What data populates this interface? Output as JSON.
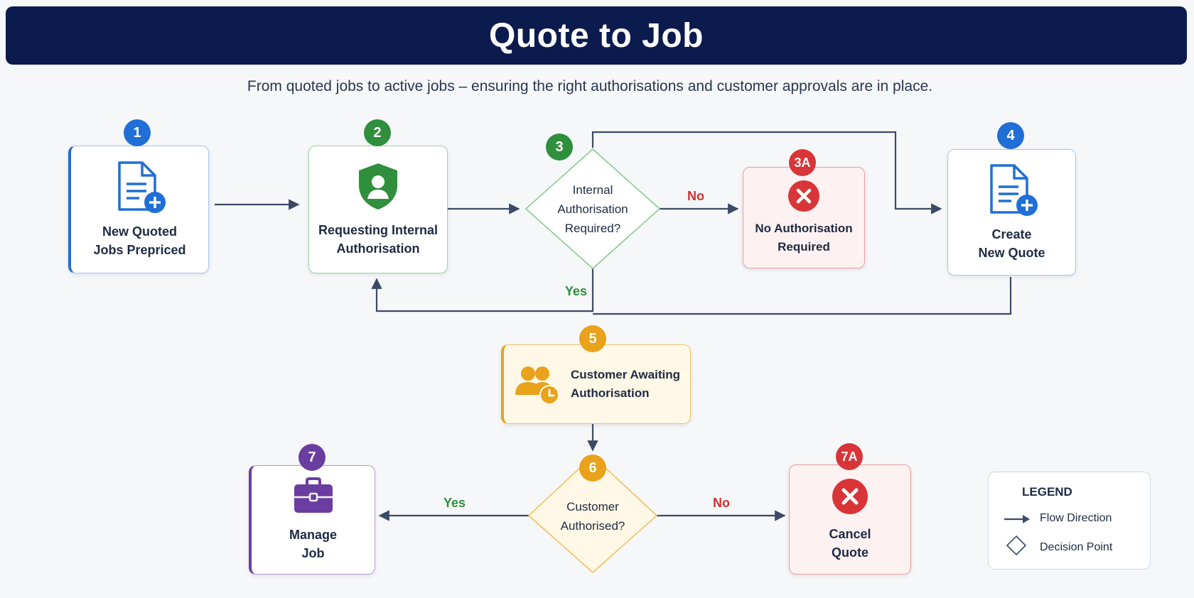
{
  "header": {
    "title": "Quote to Job",
    "subtitle": "From quoted jobs to active jobs – ensuring the right authorisations and customer approvals are in place."
  },
  "colors": {
    "header_bg": "#0b1b4d",
    "blue": "#1f6fd6",
    "green": "#2f8f3c",
    "red": "#d93438",
    "orange": "#e8a21c",
    "purple": "#6a3ea1",
    "connector": "#3c4a68"
  },
  "steps": [
    {
      "badge": "1",
      "label": "New Quoted\nJobs Prepriced",
      "icon": "document-add-icon"
    },
    {
      "badge": "2",
      "label": "Requesting Internal\nAuthorisation",
      "icon": "shield-user-icon"
    },
    {
      "badge": "3",
      "label": "Internal\nAuthorisation\nRequired?",
      "shape": "decision"
    },
    {
      "badge": "3A",
      "label": "No Authorisation\nRequired",
      "icon": "x-circle-icon"
    },
    {
      "badge": "4",
      "label": "Create\nNew Quote",
      "icon": "document-add-icon"
    },
    {
      "badge": "5",
      "label": "Customer Awaiting\nAuthorisation",
      "icon": "users-clock-icon"
    },
    {
      "badge": "6",
      "label": "Customer\nAuthorised?",
      "shape": "decision"
    },
    {
      "badge": "7",
      "label": "Manage\nJob",
      "icon": "briefcase-icon"
    },
    {
      "badge": "7A",
      "label": "Cancel\nQuote",
      "icon": "x-circle-icon"
    }
  ],
  "edge_labels": {
    "no": "No",
    "yes": "Yes"
  },
  "legend": {
    "title": "LEGEND",
    "flow": "Flow Direction",
    "decision": "Decision Point"
  }
}
